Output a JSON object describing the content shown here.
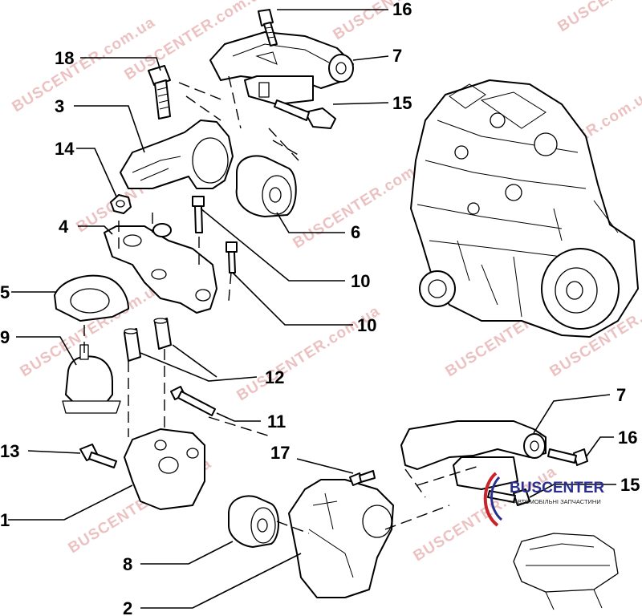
{
  "watermark": "BUSCENTER.com.ua",
  "brand": {
    "name": "BUSCENTER",
    "tagline": "АВТОМОБІЛЬНІ ЗАПЧАСТИНИ",
    "colors": {
      "primary": "#2a2f8f",
      "accent": "#c9242b"
    }
  },
  "callouts": {
    "c1": "1",
    "c2": "2",
    "c3": "3",
    "c4": "4",
    "c5": "5",
    "c6": "6",
    "c7a": "7",
    "c7b": "7",
    "c8": "8",
    "c9": "9",
    "c10a": "10",
    "c10b": "10",
    "c11": "11",
    "c12": "12",
    "c13": "13",
    "c14": "14",
    "c15a": "15",
    "c15b": "15",
    "c16a": "16",
    "c16b": "16",
    "c17": "17",
    "c18": "18"
  }
}
